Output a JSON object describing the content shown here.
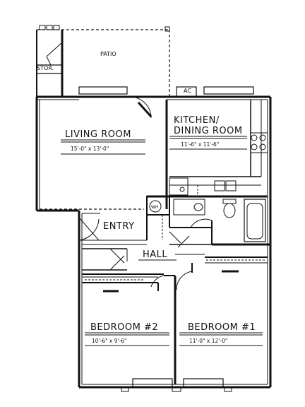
{
  "plan": {
    "rooms": {
      "patio": "PATIO",
      "storage": "STOR.",
      "living_room": "LIVING ROOM",
      "kitchen_line1": "KITCHEN/",
      "kitchen_line2": "DINING ROOM",
      "entry": "ENTRY",
      "hall": "HALL",
      "bedroom2": "BEDROOM #2",
      "bedroom1": "BEDROOM #1"
    },
    "dimensions": {
      "living_room": "15'-0\" x 13'-0\"",
      "kitchen": "11'-6\" x 11'-6\"",
      "bedroom2": "10'-6\" x 9'-6\"",
      "bedroom1": "11'-0\" x 12'-0\""
    },
    "fixtures": {
      "ac": "AC",
      "water_heater": "WH"
    }
  }
}
